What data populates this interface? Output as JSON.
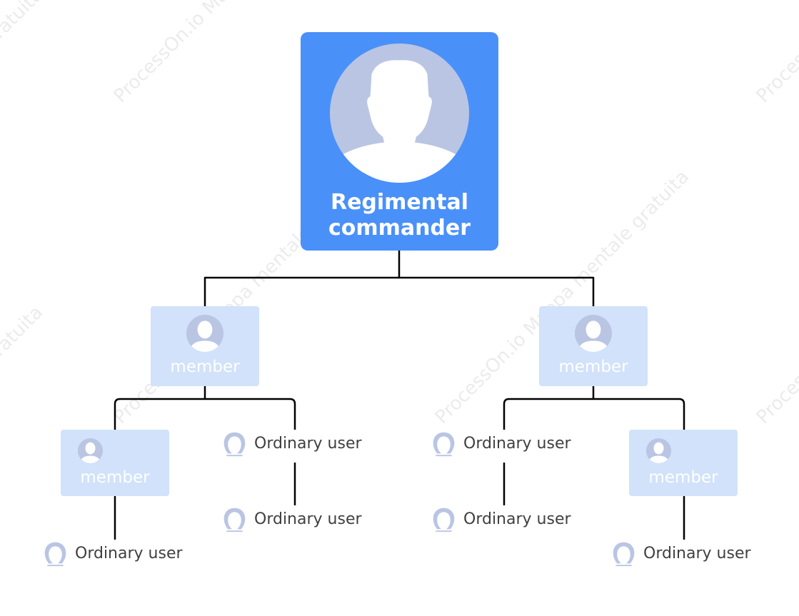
{
  "diagram": {
    "root": {
      "title_line1": "Regimental",
      "title_line2": "commander"
    },
    "members": [
      {
        "label": "member"
      },
      {
        "label": "member"
      },
      {
        "label": "member"
      },
      {
        "label": "member"
      }
    ],
    "users": [
      {
        "label": "Ordinary user"
      },
      {
        "label": "Ordinary user"
      },
      {
        "label": "Ordinary user"
      },
      {
        "label": "Ordinary user"
      },
      {
        "label": "Ordinary user"
      },
      {
        "label": "Ordinary user"
      }
    ],
    "watermarks": [
      "ProcessOn.io Mappa mentale gratuita",
      "ProcessOn.io Mappa mentale gratuita",
      "ProcessOn.io Mappa mentale gratuita",
      "ProcessOn.io Mappa mentale gratuita",
      "ProcessOn.io Mappa mentale gratuita",
      "ProcessOn.io Mappa mentale gratuita",
      "ProcessOn.io Mappa mentale gratuita"
    ],
    "colors": {
      "root_fill": "#4a90f9",
      "member_fill": "#d1e2fa",
      "avatar": "#b9c5e3",
      "connector": "#000000",
      "user_text": "#404040"
    },
    "icons": {
      "person": "person-avatar-icon"
    }
  }
}
